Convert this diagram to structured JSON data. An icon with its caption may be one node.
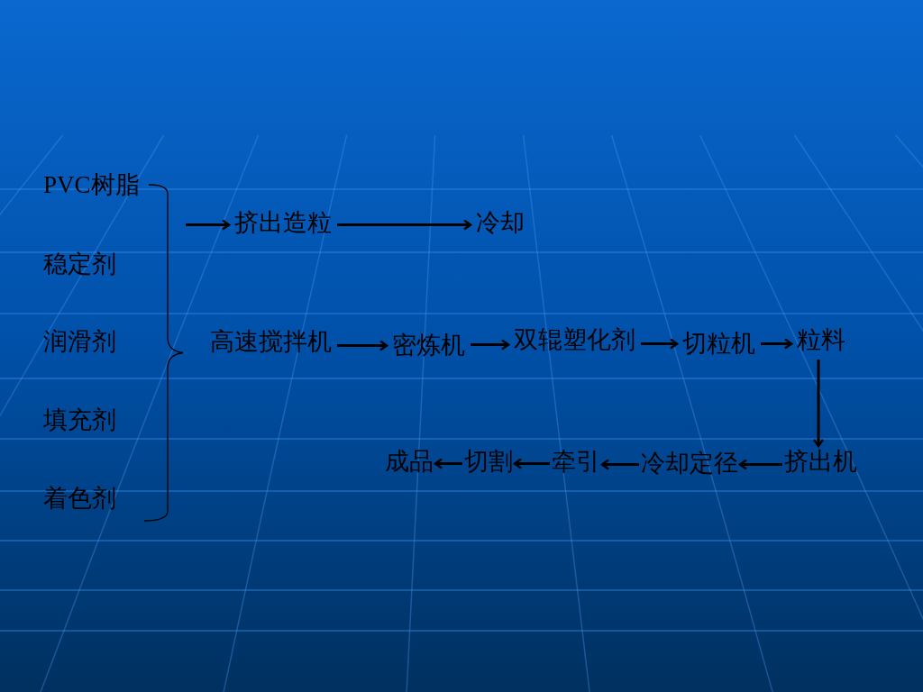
{
  "diagram": {
    "nodes": [
      {
        "text": [
          "PVC树脂"
        ]
      },
      {
        "text": [
          "稳定剂"
        ]
      },
      {
        "text": [
          "润滑剂"
        ]
      },
      {
        "text": [
          "填充剂"
        ]
      },
      {
        "text": [
          "着色剂"
        ]
      },
      {
        "text": [],
        "shape": "brace"
      },
      {
        "text": [
          "挤出造粒"
        ]
      },
      {
        "text": [
          "冷却"
        ]
      },
      {
        "text": [
          "高速搅拌机"
        ]
      },
      {
        "text": [
          "密炼机"
        ]
      },
      {
        "text": [
          "双辊塑化剂"
        ]
      },
      {
        "text": [
          "切粒机"
        ]
      },
      {
        "text": [
          "粒料"
        ]
      },
      {
        "text": [
          "挤出机"
        ]
      },
      {
        "text": [
          "冷却定径"
        ]
      },
      {
        "text": [
          "牵引"
        ]
      },
      {
        "text": [
          "切割"
        ]
      },
      {
        "text": [
          "成品"
        ]
      }
    ],
    "edges": [
      {
        "from": 5,
        "to": 6,
        "arrow": "to"
      },
      {
        "from": 6,
        "to": 7,
        "arrow": "to"
      },
      {
        "from": 8,
        "to": 9,
        "arrow": "to"
      },
      {
        "from": 9,
        "to": 10,
        "arrow": "to"
      },
      {
        "from": 10,
        "to": 11,
        "arrow": "to"
      },
      {
        "from": 11,
        "to": 12,
        "arrow": "to"
      },
      {
        "from": 12,
        "to": 13,
        "arrow": "to"
      },
      {
        "from": 13,
        "to": 14,
        "arrow": "to"
      },
      {
        "from": 14,
        "to": 15,
        "arrow": "to"
      },
      {
        "from": 15,
        "to": 16,
        "arrow": "to"
      },
      {
        "from": 16,
        "to": 17,
        "arrow": "to"
      }
    ]
  }
}
